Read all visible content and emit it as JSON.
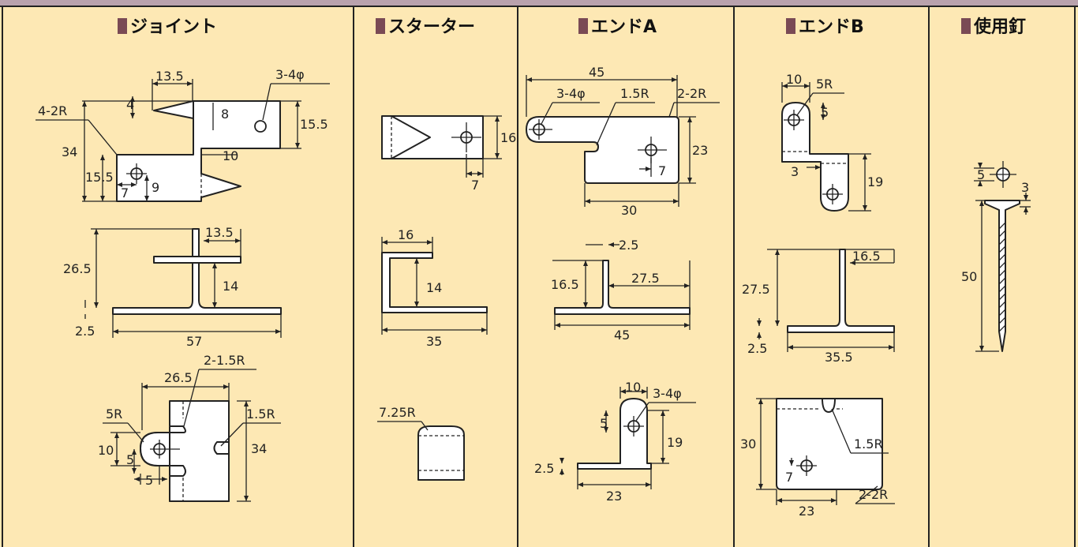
{
  "colors": {
    "background": "#fde8b4",
    "header_bar": "#b9a2ad",
    "header_marker": "#7a4a55",
    "line": "#222222"
  },
  "headers": {
    "joint": "ジョイント",
    "starter": "スターター",
    "end_a": "エンドA",
    "end_b": "エンドB",
    "nail": "使用釘"
  },
  "joint": {
    "d1": "13.5",
    "d2": "3-4φ",
    "d3": "4",
    "d4": "8",
    "d5": "15.5",
    "d6": "4-2R",
    "d7": "34",
    "d8": "10",
    "d9": "15.5",
    "d10": "9",
    "d11": "7",
    "d12": "13.5",
    "d13": "26.5",
    "d14": "14",
    "d15": "2.5",
    "d16": "57",
    "d17": "2-1.5R",
    "d18": "26.5",
    "d19": "5R",
    "d20": "1.5R",
    "d21": "10",
    "d22": "5",
    "d23": "34",
    "d24": "5"
  },
  "starter": {
    "d1": "16",
    "d2": "7",
    "d3": "16",
    "d4": "14",
    "d5": "35",
    "d6": "7.25R"
  },
  "end_a": {
    "d1": "45",
    "d2": "3-4φ",
    "d3": "1.5R",
    "d4": "2-2R",
    "d5": "23",
    "d6": "7",
    "d7": "30",
    "d8": "2.5",
    "d9": "16.5",
    "d10": "27.5",
    "d11": "45",
    "d12": "10",
    "d13": "3-4φ",
    "d14": "5",
    "d15": "19",
    "d16": "2.5",
    "d17": "23"
  },
  "end_b": {
    "d1": "10",
    "d2": "5R",
    "d3": "5",
    "d4": "3",
    "d5": "19",
    "d6": "16.5",
    "d7": "27.5",
    "d8": "2.5",
    "d9": "35.5",
    "d10": "30",
    "d11": "1.5R",
    "d12": "7",
    "d13": "2-2R",
    "d14": "23"
  },
  "nail": {
    "d1": "5",
    "d2": "3",
    "d3": "50"
  }
}
